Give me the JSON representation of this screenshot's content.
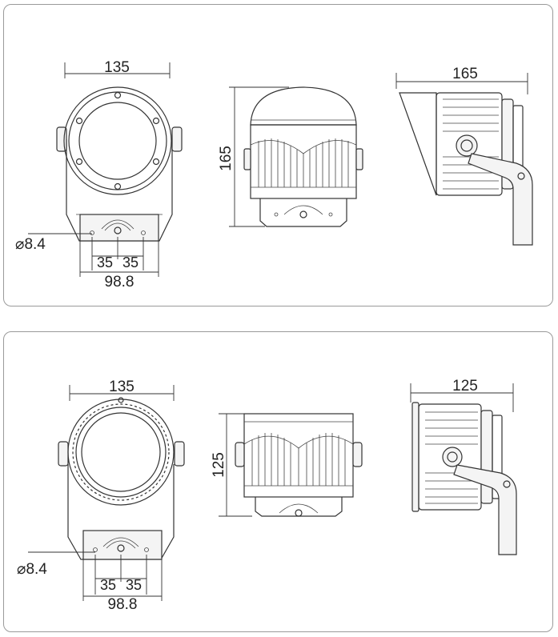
{
  "panels": [
    {
      "front_width": "135",
      "diameter": "⌀8.4",
      "hole_left": "35",
      "hole_right": "35",
      "base_width": "98.8",
      "side_height": "165",
      "profile_depth": "165"
    },
    {
      "front_width": "135",
      "diameter": "⌀8.4",
      "hole_left": "35",
      "hole_right": "35",
      "base_width": "98.8",
      "side_height": "125",
      "profile_depth": "125"
    }
  ]
}
